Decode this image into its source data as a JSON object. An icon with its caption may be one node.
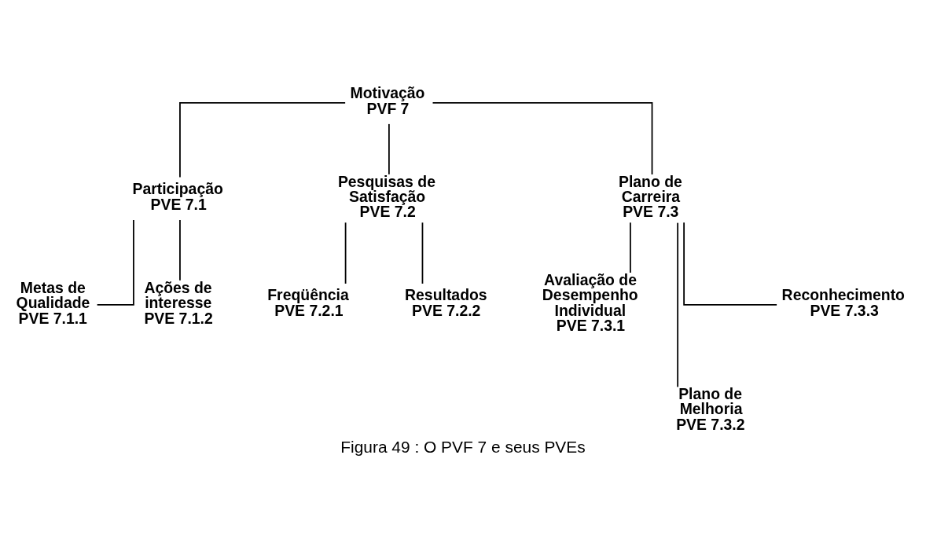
{
  "diagram": {
    "caption": "Figura 49 : O PVF 7 e seus PVEs",
    "nodes": [
      {
        "text": [
          "Motivação",
          "PVF 7"
        ]
      },
      {
        "text": [
          "Participação",
          "PVE 7.1"
        ]
      },
      {
        "text": [
          "Pesquisas de Satisfação",
          "PVE 7.2"
        ]
      },
      {
        "text": [
          "Plano de Carreira",
          "PVE 7.3"
        ]
      },
      {
        "text": [
          "Metas de Qualidade",
          "PVE 7.1.1"
        ]
      },
      {
        "text": [
          "Ações de interesse",
          "PVE 7.1.2"
        ]
      },
      {
        "text": [
          "Freqüência",
          "PVE 7.2.1"
        ]
      },
      {
        "text": [
          "Resultados",
          "PVE 7.2.2"
        ]
      },
      {
        "text": [
          "Avaliação de Desempenho Individual",
          "PVE 7.3.1"
        ]
      },
      {
        "text": [
          "Plano de Melhoria",
          "PVE 7.3.2"
        ]
      },
      {
        "text": [
          "Reconhecimento",
          "PVE 7.3.3"
        ]
      }
    ],
    "edges": [
      {
        "from": 0,
        "to": 1,
        "arrow": "none"
      },
      {
        "from": 0,
        "to": 2,
        "arrow": "none"
      },
      {
        "from": 0,
        "to": 3,
        "arrow": "none"
      },
      {
        "from": 1,
        "to": 4,
        "arrow": "none"
      },
      {
        "from": 1,
        "to": 5,
        "arrow": "none"
      },
      {
        "from": 2,
        "to": 6,
        "arrow": "none"
      },
      {
        "from": 2,
        "to": 7,
        "arrow": "none"
      },
      {
        "from": 3,
        "to": 8,
        "arrow": "none"
      },
      {
        "from": 3,
        "to": 9,
        "arrow": "none"
      },
      {
        "from": 3,
        "to": 10,
        "arrow": "none"
      }
    ]
  }
}
